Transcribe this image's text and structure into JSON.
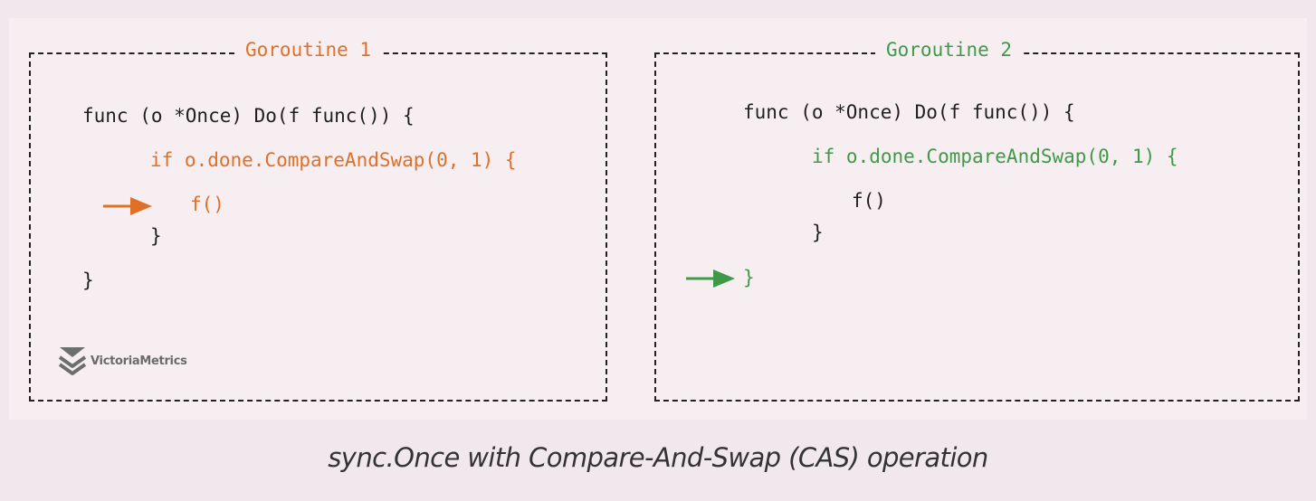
{
  "colors": {
    "goroutine1": "#e07028",
    "goroutine2": "#3f9a48",
    "code": "#1f1f1f",
    "border": "#222222"
  },
  "goroutine1": {
    "title": "Goroutine 1",
    "lines": [
      "func (o *Once) Do(f func()) {",
      "if o.done.CompareAndSwap(0, 1) {",
      "f()",
      "}",
      "}"
    ],
    "arrow_at_line": 3
  },
  "goroutine2": {
    "title": "Goroutine 2",
    "lines": [
      "func (o *Once) Do(f func()) {",
      "if o.done.CompareAndSwap(0, 1) {",
      "f()",
      "}",
      "}"
    ],
    "arrow_at_line": 5
  },
  "logo": {
    "text": "VictoriaMetrics",
    "icon": "victoriametrics-logo-icon"
  },
  "caption": "sync.Once with Compare-And-Swap (CAS) operation"
}
